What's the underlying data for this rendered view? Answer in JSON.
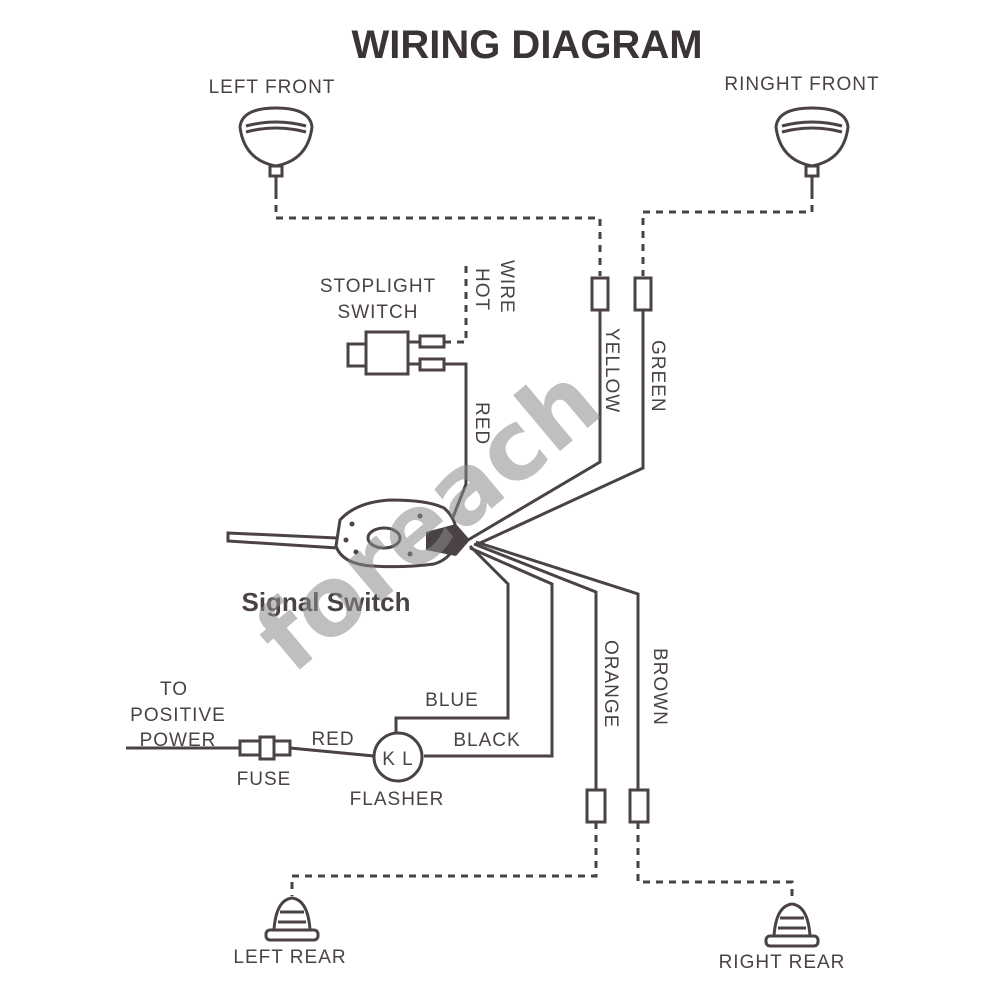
{
  "title": "WIRING DIAGRAM",
  "lamps": {
    "left_front": "LEFT FRONT",
    "right_front": "RINGHT FRONT",
    "left_rear": "LEFT REAR",
    "right_rear": "RIGHT REAR"
  },
  "components": {
    "stoplight_switch_line1": "STOPLIGHT",
    "stoplight_switch_line2": "SWITCH",
    "hot": "HOT",
    "wire": "WIRE",
    "signal_switch": "Signal Switch",
    "fuse": "FUSE",
    "flasher": "FLASHER",
    "flasher_terminals": "K L",
    "power_line1": "TO",
    "power_line2": "POSITIVE",
    "power_line3": "POWER"
  },
  "wires": {
    "yellow": "YELLOW",
    "green": "GREEN",
    "red_stoplight": "RED",
    "red_power": "RED",
    "blue": "BLUE",
    "black": "BLACK",
    "orange": "ORANGE",
    "brown": "BROWN"
  },
  "watermark": "foreach",
  "colors": {
    "ink": "#4a4243",
    "watermark": "#8a8a8a"
  }
}
